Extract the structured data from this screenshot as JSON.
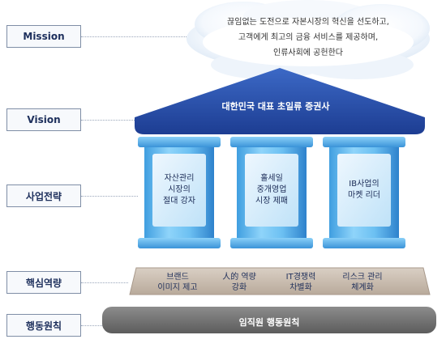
{
  "labels": {
    "mission": "Mission",
    "vision": "Vision",
    "strategy": "사업전략",
    "core": "핵심역량",
    "conduct": "행동원칙"
  },
  "mission_lines": [
    "끊임없는 도전으로 자본시장의 혁신을 선도하고,",
    "고객에게 최고의 금융 서비스를 제공하며,",
    "인류사회에 공헌한다"
  ],
  "vision_text": "대한민국 대표 초일류 증권사",
  "strategies": [
    {
      "line1": "자산관리",
      "line2": "시장의",
      "line3": "절대 강자"
    },
    {
      "line1": "홀세일",
      "line2": "중개영업",
      "line3": "시장 제패"
    },
    {
      "line1": "IB사업의",
      "line2": "마켓 리더",
      "line3": ""
    }
  ],
  "competencies": [
    {
      "line1": "브랜드",
      "line2": "이미지 제고"
    },
    {
      "line1": "人的 역량",
      "line2": "강화"
    },
    {
      "line1": "IT경쟁력",
      "line2": "차별화"
    },
    {
      "line1": "리스크 관리",
      "line2": "체계화"
    }
  ],
  "conduct_text": "임직원 행동원칙"
}
